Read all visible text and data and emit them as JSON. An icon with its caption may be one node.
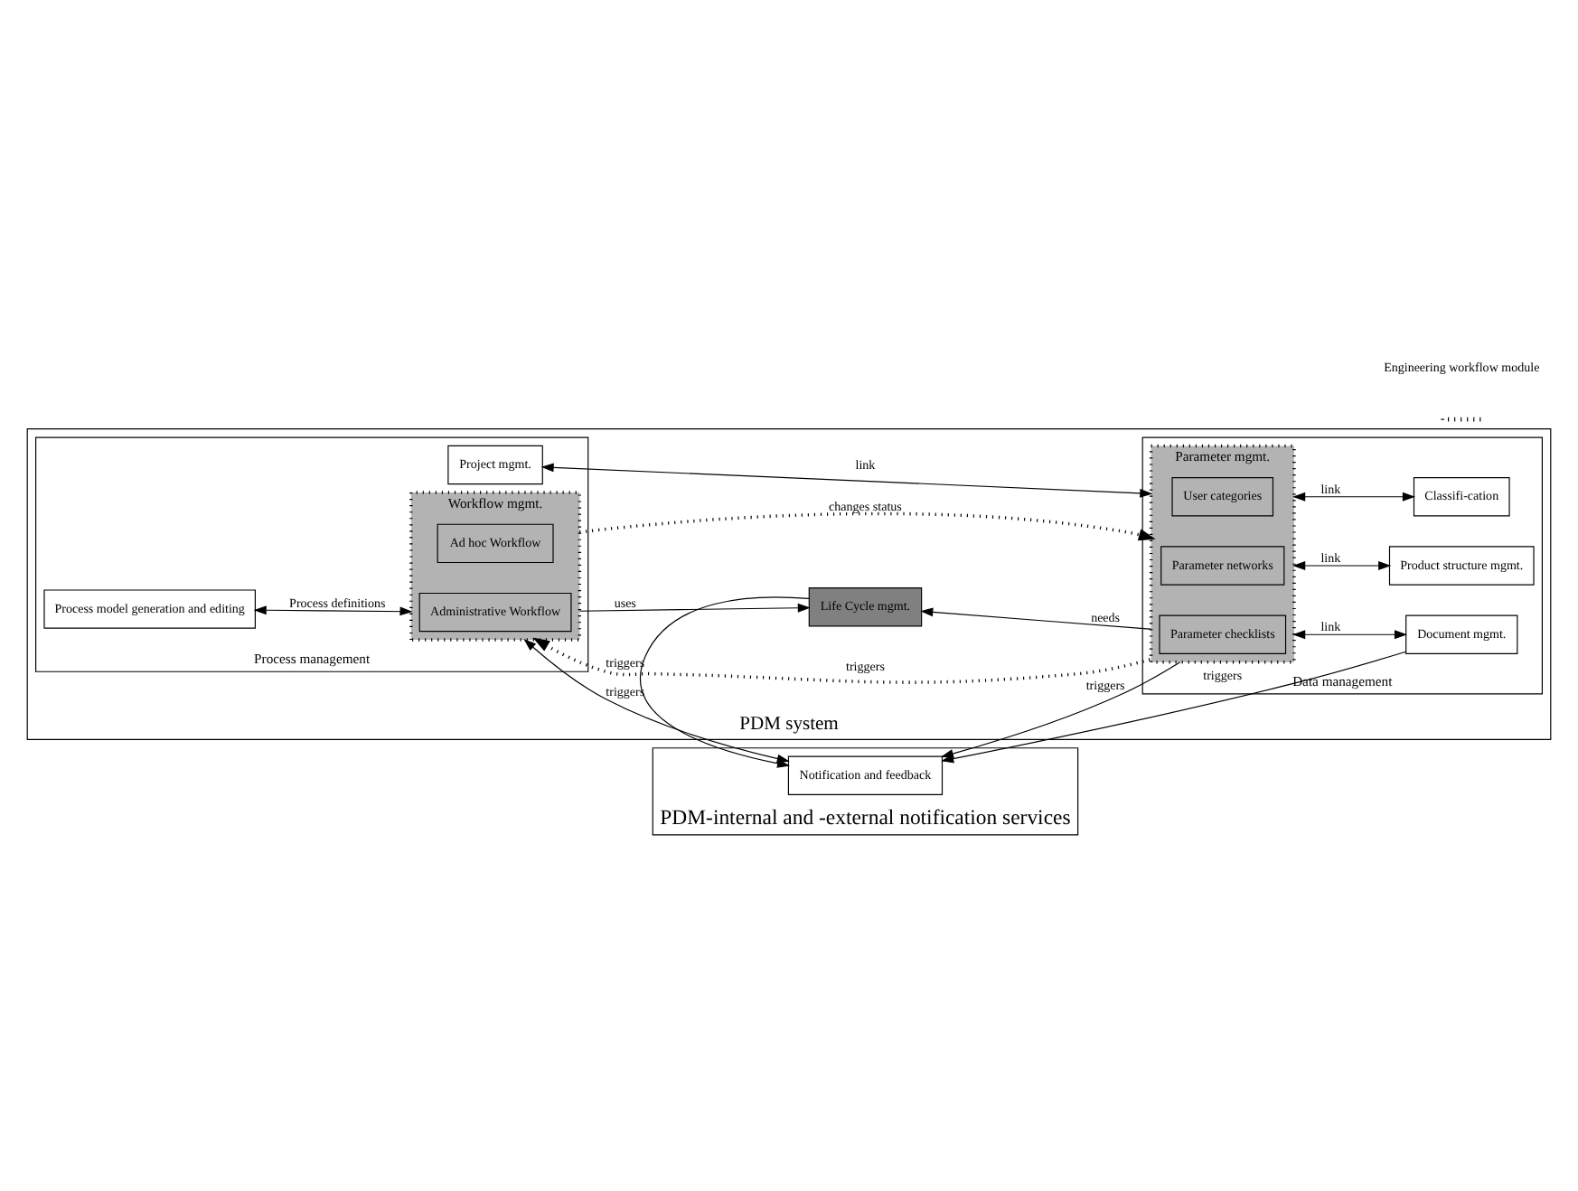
{
  "diagram": {
    "nodes": [
      {
        "text": [
          "PDM-internal and -external notification services"
        ]
      },
      {
        "text": [
          "Notification and feedback"
        ],
        "in": 0
      },
      {
        "text": [
          "PDM system"
        ]
      },
      {
        "text": [
          "Process management"
        ],
        "in": 2
      },
      {
        "text": [
          "Data management"
        ],
        "in": 2
      },
      {
        "text": [
          "Process model generation and editing"
        ],
        "in": 3
      },
      {
        "text": [
          "Workflow mgmt."
        ],
        "in": 3
      },
      {
        "text": [
          "Administrative Workflow"
        ],
        "in": 6
      },
      {
        "text": [
          "Ad hoc Workflow"
        ],
        "in": 6
      },
      {
        "text": [
          "Project mgmt."
        ],
        "in": 3
      },
      {
        "text": [
          "Life Cycle mgmt."
        ],
        "in": 2
      },
      {
        "text": [
          "Parameter mgmt."
        ],
        "in": 4
      },
      {
        "text": [
          "Parameter checklists"
        ],
        "in": 11
      },
      {
        "text": [
          "Parameter networks"
        ],
        "in": 11
      },
      {
        "text": [
          "User categories"
        ],
        "in": 11
      },
      {
        "text": [
          "Document mgmt."
        ],
        "in": 4
      },
      {
        "text": [
          "Product structure mgmt."
        ],
        "in": 4
      },
      {
        "text": [
          "Classifi-cation"
        ],
        "in": 4
      }
    ],
    "edges": [
      {
        "from": 6,
        "to": 1,
        "arrow": "both",
        "label": "triggers"
      },
      {
        "from": 10,
        "to": 1,
        "arrow": "to",
        "label": "triggers"
      },
      {
        "from": 11,
        "to": 1,
        "arrow": "to",
        "label": "triggers"
      },
      {
        "from": 15,
        "to": 1,
        "arrow": "to",
        "label": "triggers"
      },
      {
        "from": 5,
        "to": 6,
        "arrow": "both",
        "label": "Process definitions"
      },
      {
        "from": 6,
        "to": 10,
        "arrow": "to",
        "label": "uses"
      },
      {
        "from": 11,
        "to": 10,
        "arrow": "to",
        "label": "needs"
      },
      {
        "from": 11,
        "to": 6,
        "arrow": "to",
        "label": "triggers",
        "style": "dashed"
      },
      {
        "from": 6,
        "to": 11,
        "arrow": "to",
        "label": "changes status",
        "style": "dashed"
      },
      {
        "from": 9,
        "to": 11,
        "arrow": "both",
        "label": "link"
      },
      {
        "from": 11,
        "to": 15,
        "arrow": "both",
        "label": "link"
      },
      {
        "from": 11,
        "to": 16,
        "arrow": "both",
        "label": "link"
      },
      {
        "from": 11,
        "to": 17,
        "arrow": "both",
        "label": "link"
      }
    ],
    "legend": [
      {
        "text": "Engineering workflow module"
      }
    ]
  }
}
